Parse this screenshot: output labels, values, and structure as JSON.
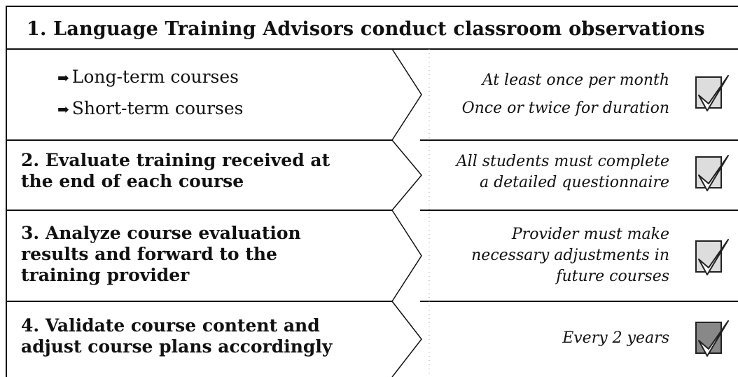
{
  "header": {
    "title": "1. Language Training Advisors conduct classroom observations"
  },
  "rows": [
    {
      "bullets": [
        "Long-term courses",
        "Short-term courses"
      ],
      "right": [
        "At least once per month",
        "Once or twice for duration"
      ],
      "icon": "checkbox-check-icon"
    },
    {
      "left": [
        "2. Evaluate training received at",
        "the end of each course"
      ],
      "right": [
        "All students must complete",
        "a detailed questionnaire"
      ],
      "icon": "checkbox-check-icon"
    },
    {
      "left": [
        "3. Analyze course evaluation",
        "results and forward to the",
        "training provider"
      ],
      "right": [
        "Provider must make",
        "necessary adjustments in",
        "future courses"
      ],
      "icon": "checkbox-check-icon"
    },
    {
      "left": [
        "4. Validate course content and",
        "adjust course plans accordingly"
      ],
      "right": [
        "Every 2 years"
      ],
      "icon": "checkbox-check-icon"
    }
  ]
}
